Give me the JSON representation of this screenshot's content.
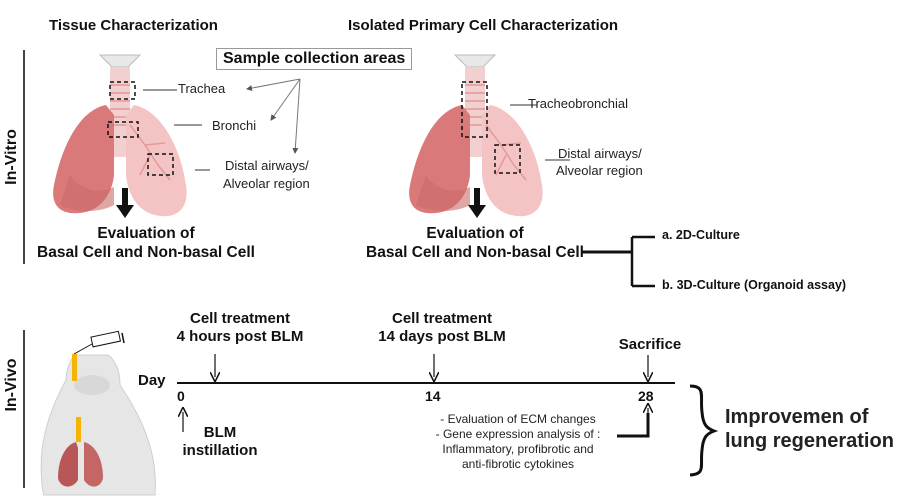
{
  "in_vitro": {
    "side_label": "In-Vitro",
    "tissue": {
      "heading": "Tissue Characterization",
      "sample_box": "Sample collection areas",
      "labels": {
        "trachea": "Trachea",
        "bronchi": "Bronchi",
        "distal_line1": "Distal airways/",
        "distal_line2": "Alveolar region"
      },
      "evaluation_line1": "Evaluation of",
      "evaluation_line2": "Basal Cell and Non-basal Cell"
    },
    "primary_cell": {
      "heading": "Isolated Primary Cell Characterization",
      "labels": {
        "tracheobronchial": "Tracheobronchial",
        "distal_line1": "Distal airways/",
        "distal_line2": "Alveolar region"
      },
      "evaluation_line1": "Evaluation of",
      "evaluation_line2": "Basal Cell and Non-basal Cell",
      "culture_options": [
        {
          "prefix": "a",
          "label": ". 2D-Culture"
        },
        {
          "prefix": "b",
          "label": ". 3D-Culture (Organoid assay)"
        }
      ]
    }
  },
  "in_vivo": {
    "side_label": "In-Vivo",
    "timeline": {
      "axis_label": "Day",
      "ticks": [
        "0",
        "14",
        "28"
      ],
      "events_above": [
        {
          "line1": "Cell treatment",
          "line2": "4 hours post BLM"
        },
        {
          "line1": "Cell treatment",
          "line2": "14 days post BLM"
        },
        {
          "line1": "Sacrifice",
          "line2": ""
        }
      ],
      "event_below_day0": {
        "line1": "BLM",
        "line2": "instillation"
      },
      "analysis": [
        "- Evaluation of ECM changes",
        "- Gene expression analysis of :",
        "Inflammatory, profibrotic and",
        "anti-fibrotic cytokines"
      ]
    },
    "outcome_line1": "Improvemen of",
    "outcome_line2": "lung regeneration"
  },
  "colors": {
    "lung_dark": "#d9797a",
    "lung_light": "#f4c3c3",
    "syringe_yellow": "#f5b400",
    "side_bar": "#555555"
  }
}
